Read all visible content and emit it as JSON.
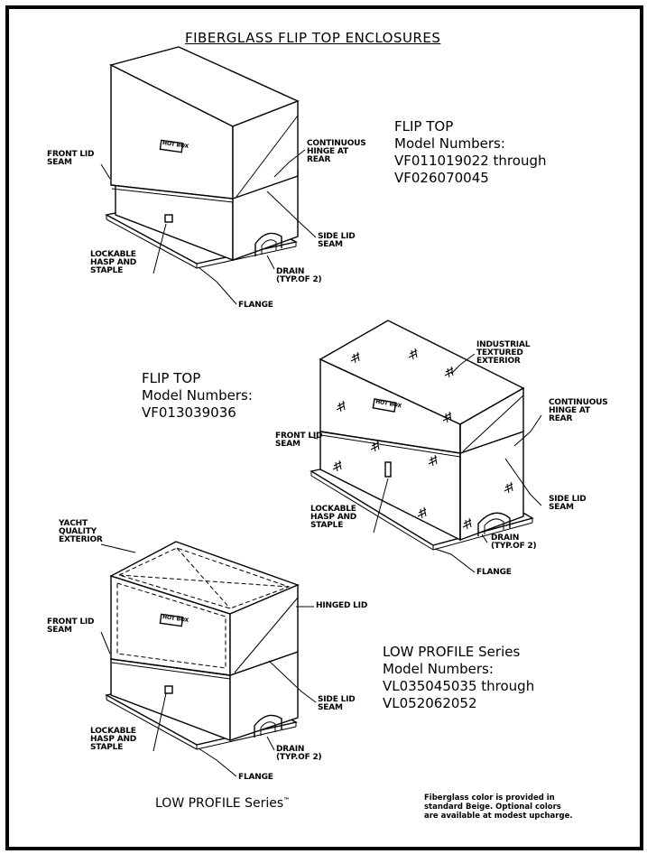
{
  "title": "FIBERGLASS FLIP TOP ENCLOSURES",
  "logo_text": "HOT BOX",
  "figures": [
    {
      "model_lines": [
        "FLIP TOP",
        "Model Numbers:",
        "VF011019022 through",
        "VF026070045"
      ],
      "callouts": {
        "front_lid_seam": [
          "FRONT LID",
          "SEAM"
        ],
        "hinge": [
          "CONTINUOUS",
          "HINGE AT",
          "REAR"
        ],
        "side_lid_seam": [
          "SIDE LID",
          "SEAM"
        ],
        "hasp": [
          "LOCKABLE",
          "HASP AND",
          "STAPLE"
        ],
        "drain": [
          "DRAIN",
          "(TYP.OF 2)"
        ],
        "flange": "FLANGE"
      }
    },
    {
      "model_lines": [
        "FLIP TOP",
        "Model Numbers:",
        "VF013039036"
      ],
      "callouts": {
        "exterior": [
          "INDUSTRIAL",
          "TEXTURED",
          "EXTERIOR"
        ],
        "hinge": [
          "CONTINUOUS",
          "HINGE AT",
          "REAR"
        ],
        "front_lid_seam": [
          "FRONT LID",
          "SEAM"
        ],
        "side_lid_seam": [
          "SIDE LID",
          "SEAM"
        ],
        "hasp": [
          "LOCKABLE",
          "HASP AND",
          "STAPLE"
        ],
        "drain": [
          "DRAIN",
          "(TYP.OF 2)"
        ],
        "flange": "FLANGE"
      }
    },
    {
      "model_lines": [
        "LOW PROFILE Series",
        "Model Numbers:",
        "VL035045035 through",
        "VL052062052"
      ],
      "callouts": {
        "exterior": [
          "YACHT",
          "QUALITY",
          "EXTERIOR"
        ],
        "hinged_lid": "HINGED LID",
        "front_lid_seam": [
          "FRONT LID",
          "SEAM"
        ],
        "side_lid_seam": [
          "SIDE LID",
          "SEAM"
        ],
        "hasp": [
          "LOCKABLE",
          "HASP AND",
          "STAPLE"
        ],
        "drain": [
          "DRAIN",
          "(TYP.OF 2)"
        ],
        "flange": "FLANGE"
      }
    }
  ],
  "footer": {
    "series_name": "LOW PROFILE Series",
    "trademark": "™",
    "color_note": [
      "Fiberglass color is provided in",
      "standard Beige. Optional colors",
      "are available at modest upcharge."
    ]
  }
}
